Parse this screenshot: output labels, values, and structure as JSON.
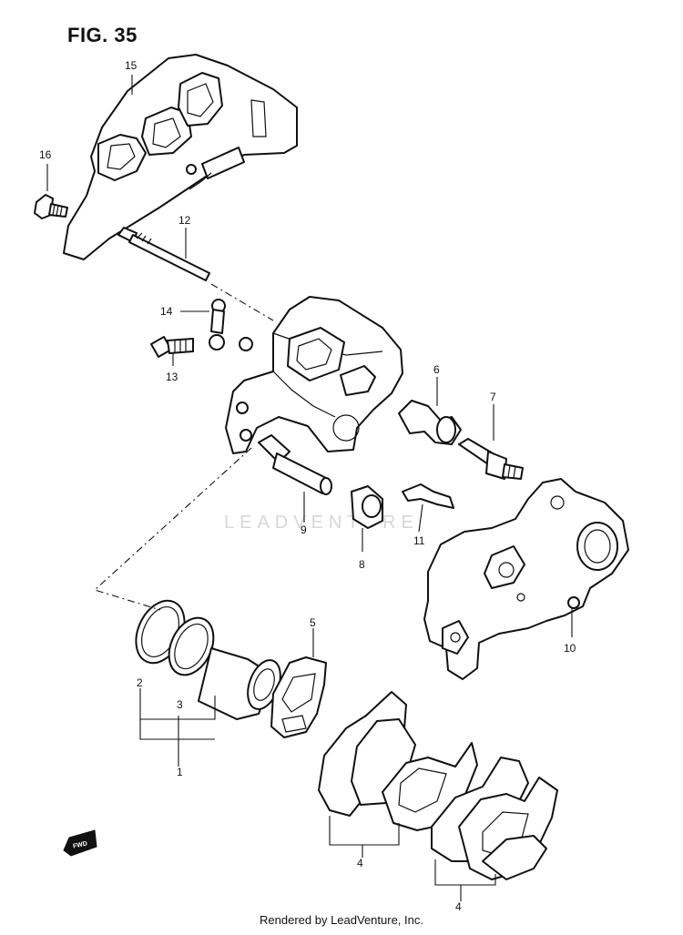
{
  "figure": {
    "title": "FIG. 35",
    "footer": "Rendered by LeadVenture, Inc.",
    "watermark": "LEADVENTURE",
    "fwd_label": "FWD"
  },
  "callouts": [
    {
      "id": "c1",
      "label": "1"
    },
    {
      "id": "c2",
      "label": "2"
    },
    {
      "id": "c3",
      "label": "3"
    },
    {
      "id": "c4a",
      "label": "4"
    },
    {
      "id": "c4b",
      "label": "4"
    },
    {
      "id": "c5",
      "label": "5"
    },
    {
      "id": "c6",
      "label": "6"
    },
    {
      "id": "c7",
      "label": "7"
    },
    {
      "id": "c8",
      "label": "8"
    },
    {
      "id": "c9",
      "label": "9"
    },
    {
      "id": "c10",
      "label": "10"
    },
    {
      "id": "c11",
      "label": "11"
    },
    {
      "id": "c12",
      "label": "12"
    },
    {
      "id": "c13",
      "label": "13"
    },
    {
      "id": "c14",
      "label": "14"
    },
    {
      "id": "c15",
      "label": "15"
    },
    {
      "id": "c16",
      "label": "16"
    }
  ]
}
